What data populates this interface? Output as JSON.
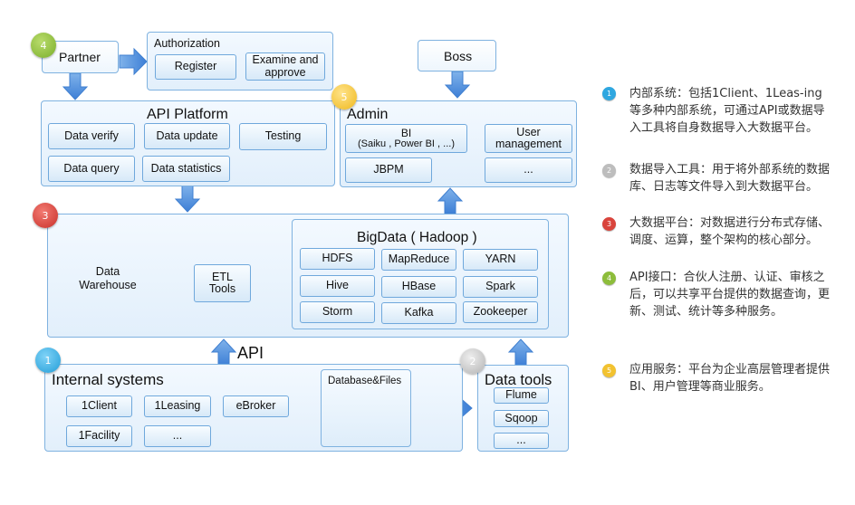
{
  "partner": {
    "title": "Partner",
    "badge": "4"
  },
  "authorization": {
    "title": "Authorization",
    "items": [
      "Register",
      "Examine and approve"
    ]
  },
  "boss": {
    "title": "Boss"
  },
  "api_platform": {
    "title": "API Platform",
    "items": [
      "Data verify",
      "Data update",
      "Testing",
      "Data query",
      "Data statistics"
    ]
  },
  "admin": {
    "title": "Admin",
    "badge": "5",
    "bi_line1": "BI",
    "bi_line2": "(Saiku , Power BI , ...)",
    "user_mgmt": "User management",
    "jbpm": "JBPM",
    "more": "..."
  },
  "bigdata_platform": {
    "badge": "3",
    "warehouse": "Data Warehouse",
    "etl": "ETL Tools",
    "hadoop_title": "BigData ( Hadoop )",
    "hadoop_items": [
      "HDFS",
      "MapReduce",
      "YARN",
      "Hive",
      "HBase",
      "Spark",
      "Storm",
      "Kafka",
      "Zookeeper"
    ]
  },
  "api_label": "API",
  "internal_systems": {
    "title": "Internal systems",
    "badge": "1",
    "items": [
      "1Client",
      "1Leasing",
      "eBroker",
      "1Facility",
      "..."
    ],
    "db_files": "Database&Files"
  },
  "data_tools": {
    "title": "Data tools",
    "badge": "2",
    "items": [
      "Flume",
      "Sqoop",
      "..."
    ]
  },
  "legend": [
    {
      "num": "1",
      "color": "#2fa7e0",
      "text": "内部系统：包括1Client、1Leas-ing等多种内部系统，可通过API或数据导入工具将自身数据导入大数据平台。"
    },
    {
      "num": "2",
      "color": "#bdbdbd",
      "text": "数据导入工具：用于将外部系统的数据库、日志等文件导入到大数据平台。"
    },
    {
      "num": "3",
      "color": "#d9443c",
      "text": "大数据平台：对数据进行分布式存储、调度、运算，整个架构的核心部分。"
    },
    {
      "num": "4",
      "color": "#8dbd3b",
      "text": "API接口：合伙人注册、认证、审核之后，可以共享平台提供的数据查询，更新、测试、统计等多种服务。"
    },
    {
      "num": "5",
      "color": "#f2c230",
      "text": "应用服务：平台为企业高层管理者提供BI、用户管理等商业服务。"
    }
  ]
}
